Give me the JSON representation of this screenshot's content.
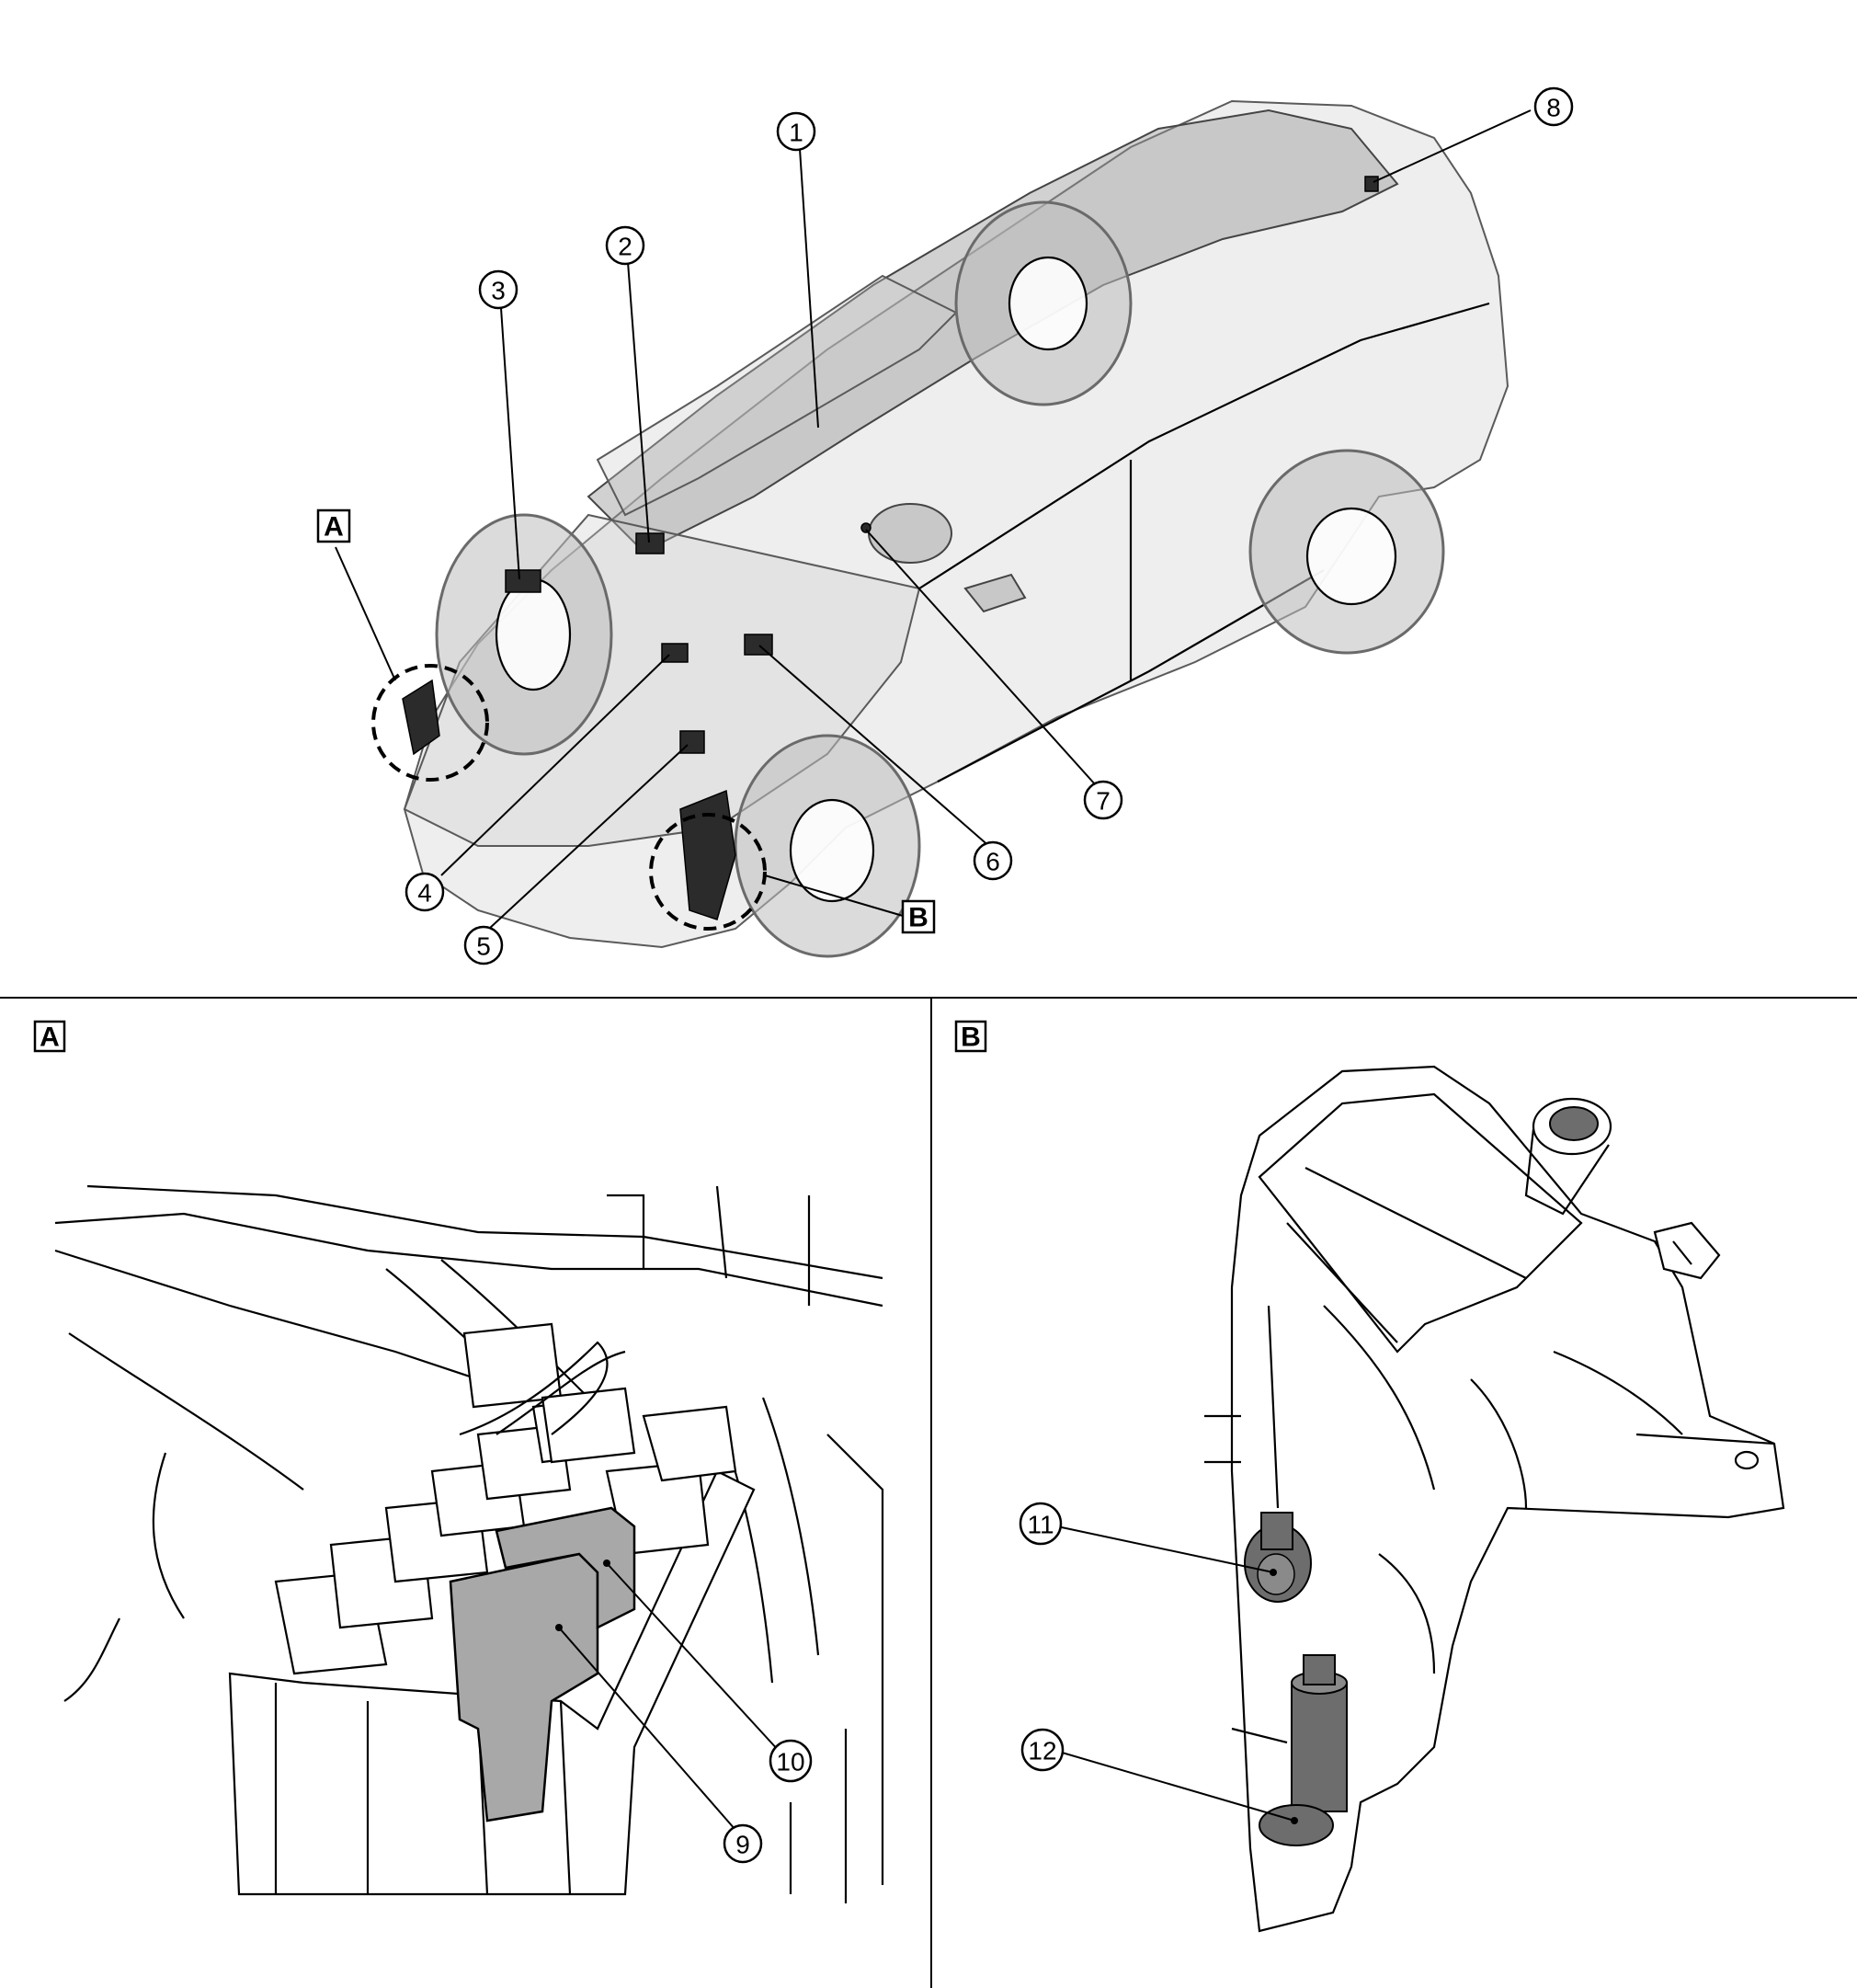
{
  "callouts": {
    "c1": "1",
    "c2": "2",
    "c3": "3",
    "c4": "4",
    "c5": "5",
    "c6": "6",
    "c7": "7",
    "c8": "8",
    "c9": "9",
    "c10": "10",
    "c11": "11",
    "c12": "12"
  },
  "detail_labels": {
    "a": "A",
    "b": "B"
  },
  "colors": {
    "line": "#000000",
    "highlight_part": "#a8a8a8",
    "ghost_body": "#cfcfcf"
  }
}
